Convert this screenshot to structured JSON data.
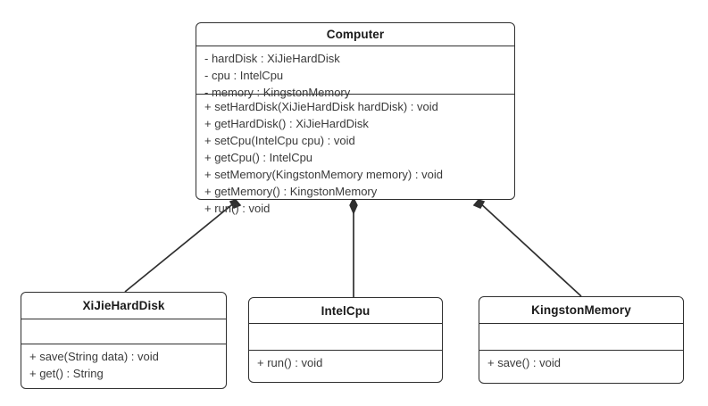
{
  "diagram": {
    "type": "uml-class-diagram",
    "background_color": "#ffffff",
    "line_color": "#2f2f2f",
    "text_color": "#3a3a3a"
  },
  "classes": {
    "computer": {
      "name": "Computer",
      "attributes": [
        "- hardDisk : XiJieHardDisk",
        "- cpu : IntelCpu",
        "- memory : KingstonMemory"
      ],
      "operations": [
        "+ setHardDisk(XiJieHardDisk hardDisk) : void",
        "+ getHardDisk() : XiJieHardDisk",
        "+ setCpu(IntelCpu cpu) : void",
        "+ getCpu() : IntelCpu",
        "+ setMemory(KingstonMemory memory) : void",
        "+ getMemory() : KingstonMemory",
        "+ run() : void"
      ]
    },
    "xijieharddisk": {
      "name": "XiJieHardDisk",
      "attributes": [],
      "operations": [
        "+ save(String data) : void",
        "+ get() : String"
      ]
    },
    "intelcpu": {
      "name": "IntelCpu",
      "attributes": [],
      "operations": [
        "+ run() : void"
      ]
    },
    "kingstonmemory": {
      "name": "KingstonMemory",
      "attributes": [],
      "operations": [
        "+ save() : void"
      ]
    }
  },
  "relationships": [
    {
      "name": "composition-computer-xijieharddisk",
      "type": "composition",
      "from": "Computer",
      "to": "XiJieHardDisk",
      "diamond_end": "Computer",
      "diamond_filled": true
    },
    {
      "name": "composition-computer-intelcpu",
      "type": "composition",
      "from": "Computer",
      "to": "IntelCpu",
      "diamond_end": "Computer",
      "diamond_filled": true
    },
    {
      "name": "composition-computer-kingstonmemory",
      "type": "composition",
      "from": "Computer",
      "to": "KingstonMemory",
      "diamond_end": "Computer",
      "diamond_filled": true
    }
  ]
}
